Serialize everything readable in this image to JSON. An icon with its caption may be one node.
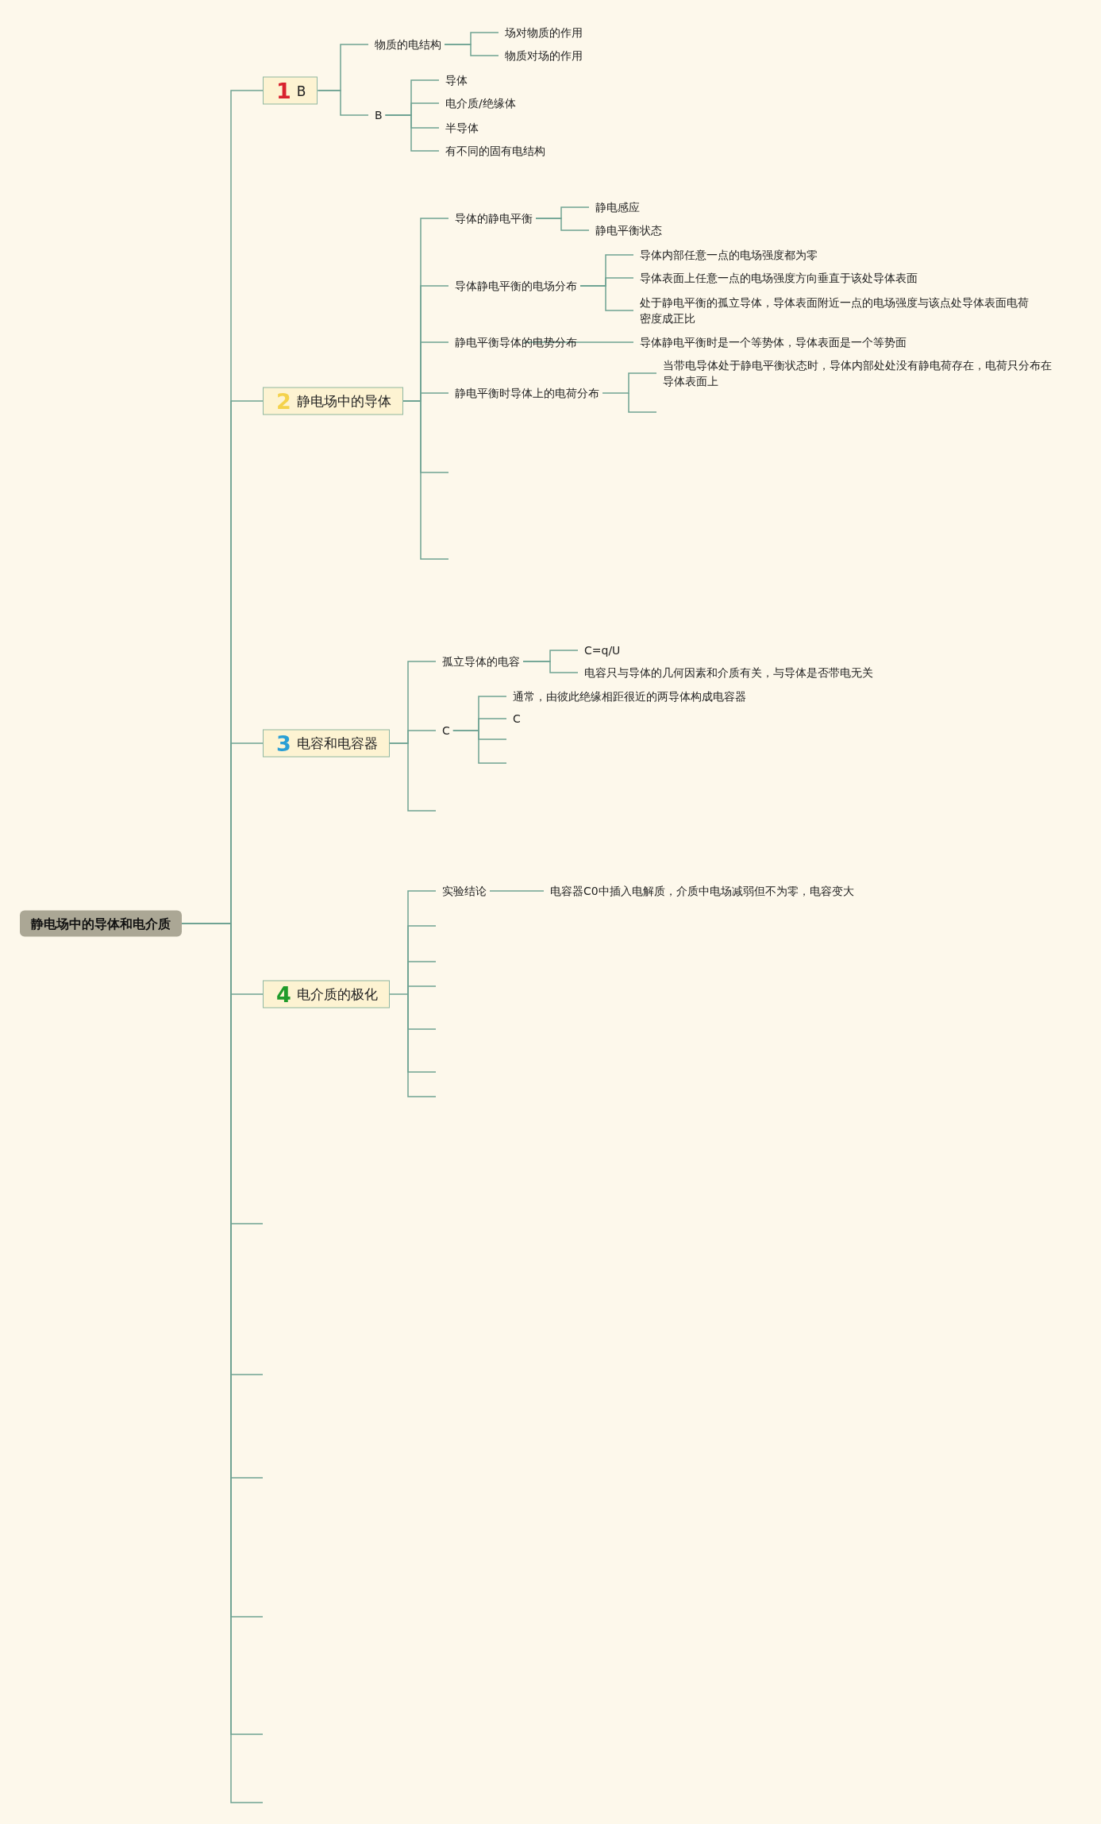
{
  "diagram": {
    "nodes": [
      {
        "text": [
          "静电场中的导体和电介质"
        ]
      },
      {
        "text": [
          "1",
          "B"
        ]
      },
      {
        "text": [
          "物质的电结构"
        ]
      },
      {
        "text": [
          "场对物质的作用"
        ]
      },
      {
        "text": [
          "物质对场的作用"
        ]
      },
      {
        "text": [
          "B"
        ]
      },
      {
        "text": [
          "导体"
        ]
      },
      {
        "text": [
          "电介质/绝缘体"
        ]
      },
      {
        "text": [
          "半导体"
        ]
      },
      {
        "text": [
          "有不同的固有电结构"
        ]
      },
      {
        "text": [
          "2",
          "静电场中的导体"
        ]
      },
      {
        "text": [
          "导体的静电平衡"
        ]
      },
      {
        "text": [
          "静电感应"
        ]
      },
      {
        "text": [
          "静电平衡状态"
        ]
      },
      {
        "text": [
          "导体静电平衡的电场分布"
        ]
      },
      {
        "text": [
          "导体内部任意一点的电场强度都为零"
        ]
      },
      {
        "text": [
          "导体表面上任意一点的电场强度方向垂直于该处导体表面"
        ]
      },
      {
        "text": [
          "处于静电平衡的孤立导体，导体表面附近一点的电场强度与该点处导体表面电荷密度成正比"
        ]
      },
      {
        "text": [
          "静电平衡导体的电势分布"
        ]
      },
      {
        "text": [
          "导体静电平衡时是一个等势体，导体表面是一个等势面"
        ]
      },
      {
        "text": [
          "静电平衡时导体上的电荷分布"
        ]
      },
      {
        "text": [
          "当带电导体处于静电平衡状态时，导体内部处处没有静电荷存在，电荷只分布在导体表面上"
        ]
      },
      {
        "text": [
          "3",
          "电容和电容器"
        ]
      },
      {
        "text": [
          "孤立导体的电容"
        ]
      },
      {
        "text": [
          "C=q/U"
        ]
      },
      {
        "text": [
          "电容只与导体的几何因素和介质有关，与导体是否带电无关"
        ]
      },
      {
        "text": [
          "C"
        ]
      },
      {
        "text": [
          "通常，由彼此绝缘相距很近的两导体构成电容器"
        ]
      },
      {
        "text": [
          "C"
        ]
      },
      {
        "text": [
          "4",
          "电介质的极化"
        ]
      },
      {
        "text": [
          "实验结论"
        ]
      },
      {
        "text": [
          "电容器C0中插入电解质，介质中电场减弱但不为零，电容变大"
        ]
      }
    ],
    "edges": [
      {
        "from": 0,
        "to": 1,
        "arrow": "none"
      },
      {
        "from": 1,
        "to": 2,
        "arrow": "none"
      },
      {
        "from": 2,
        "to": 3,
        "arrow": "none"
      },
      {
        "from": 2,
        "to": 4,
        "arrow": "none"
      },
      {
        "from": 1,
        "to": 5,
        "arrow": "none"
      },
      {
        "from": 5,
        "to": 6,
        "arrow": "none"
      },
      {
        "from": 5,
        "to": 7,
        "arrow": "none"
      },
      {
        "from": 5,
        "to": 8,
        "arrow": "none"
      },
      {
        "from": 5,
        "to": 9,
        "arrow": "none"
      },
      {
        "from": 0,
        "to": 10,
        "arrow": "none"
      },
      {
        "from": 10,
        "to": 11,
        "arrow": "none"
      },
      {
        "from": 11,
        "to": 12,
        "arrow": "none"
      },
      {
        "from": 11,
        "to": 13,
        "arrow": "none"
      },
      {
        "from": 10,
        "to": 14,
        "arrow": "none"
      },
      {
        "from": 14,
        "to": 15,
        "arrow": "none"
      },
      {
        "from": 14,
        "to": 16,
        "arrow": "none"
      },
      {
        "from": 14,
        "to": 17,
        "arrow": "none"
      },
      {
        "from": 10,
        "to": 18,
        "arrow": "none"
      },
      {
        "from": 18,
        "to": 19,
        "arrow": "none"
      },
      {
        "from": 10,
        "to": 20,
        "arrow": "none"
      },
      {
        "from": 20,
        "to": 21,
        "arrow": "none"
      },
      {
        "from": 0,
        "to": 22,
        "arrow": "none"
      },
      {
        "from": 22,
        "to": 23,
        "arrow": "none"
      },
      {
        "from": 23,
        "to": 24,
        "arrow": "none"
      },
      {
        "from": 23,
        "to": 25,
        "arrow": "none"
      },
      {
        "from": 22,
        "to": 26,
        "arrow": "none"
      },
      {
        "from": 26,
        "to": 27,
        "arrow": "none"
      },
      {
        "from": 26,
        "to": 28,
        "arrow": "none"
      },
      {
        "from": 0,
        "to": 29,
        "arrow": "none"
      },
      {
        "from": 29,
        "to": 30,
        "arrow": "none"
      },
      {
        "from": 30,
        "to": 31,
        "arrow": "none"
      }
    ]
  }
}
